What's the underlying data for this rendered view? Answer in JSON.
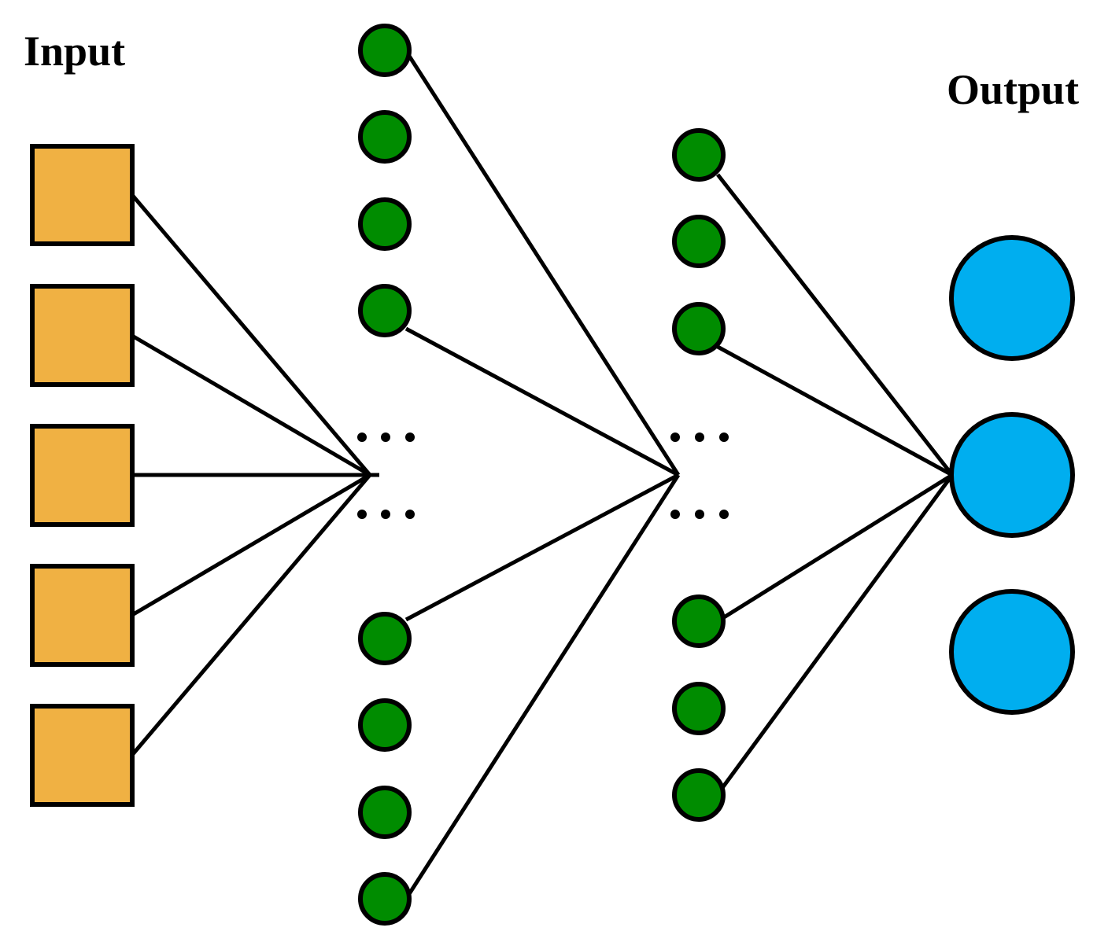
{
  "labels": {
    "input": "Input",
    "output": "Output"
  },
  "colors": {
    "input_fill": "#F0B143",
    "hidden_fill": "#008C00",
    "output_fill": "#00AEEF",
    "stroke": "#000000",
    "background": "#FFFFFF"
  },
  "layers": {
    "input": {
      "shape": "square",
      "count": 5
    },
    "hidden_1": {
      "shape": "circle",
      "nodes_above_ellipsis": 4,
      "nodes_below_ellipsis": 4,
      "ellipsis_rows": 2
    },
    "hidden_2": {
      "shape": "circle",
      "nodes_above_ellipsis": 3,
      "nodes_below_ellipsis": 3,
      "ellipsis_rows": 2
    },
    "output": {
      "shape": "circle",
      "count": 3
    }
  }
}
